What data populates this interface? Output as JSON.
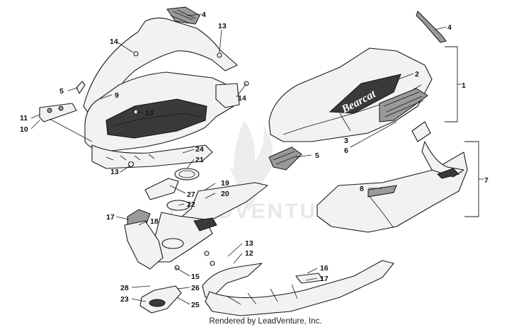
{
  "credit": "Rendered by LeadVenture, Inc.",
  "watermark": "LEADVENTURE",
  "decal_text": "Bearcat",
  "callouts": {
    "c1": "1",
    "c2": "2",
    "c3": "3",
    "c4a": "4",
    "c4b": "4",
    "c5a": "5",
    "c5b": "5",
    "c6": "6",
    "c7": "7",
    "c8": "8",
    "c9": "9",
    "c10": "10",
    "c11": "11",
    "c12": "12",
    "c13a": "13",
    "c13b": "13",
    "c13c": "13",
    "c13d": "13",
    "c14a": "14",
    "c14b": "14",
    "c15": "15",
    "c16": "16",
    "c17a": "17",
    "c17b": "17",
    "c18": "18",
    "c19": "19",
    "c20": "20",
    "c21": "21",
    "c22": "22",
    "c23": "23",
    "c24": "24",
    "c25": "25",
    "c26": "26",
    "c27": "27",
    "c28": "28"
  }
}
